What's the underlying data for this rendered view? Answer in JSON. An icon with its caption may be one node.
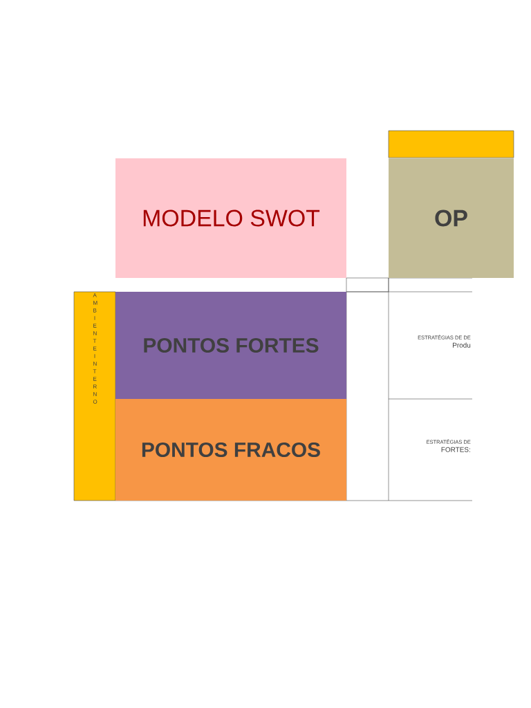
{
  "diagram": {
    "nodes": [
      {
        "text": [
          "MODELO SWOT"
        ]
      },
      {
        "text": [],
        "shape": "box"
      },
      {
        "text": [
          "OP"
        ]
      },
      {
        "text": [
          "AMBIENTE INTERNO"
        ]
      },
      {
        "text": [
          "PONTOS FORTES"
        ]
      },
      {
        "text": [
          "PONTOS FRACOS"
        ]
      },
      {
        "text": [
          "ESTRATÉGIAS DE DE",
          "Produ"
        ]
      },
      {
        "text": [
          "ESTRATÉGIAS DE",
          "FORTES:"
        ]
      }
    ]
  }
}
